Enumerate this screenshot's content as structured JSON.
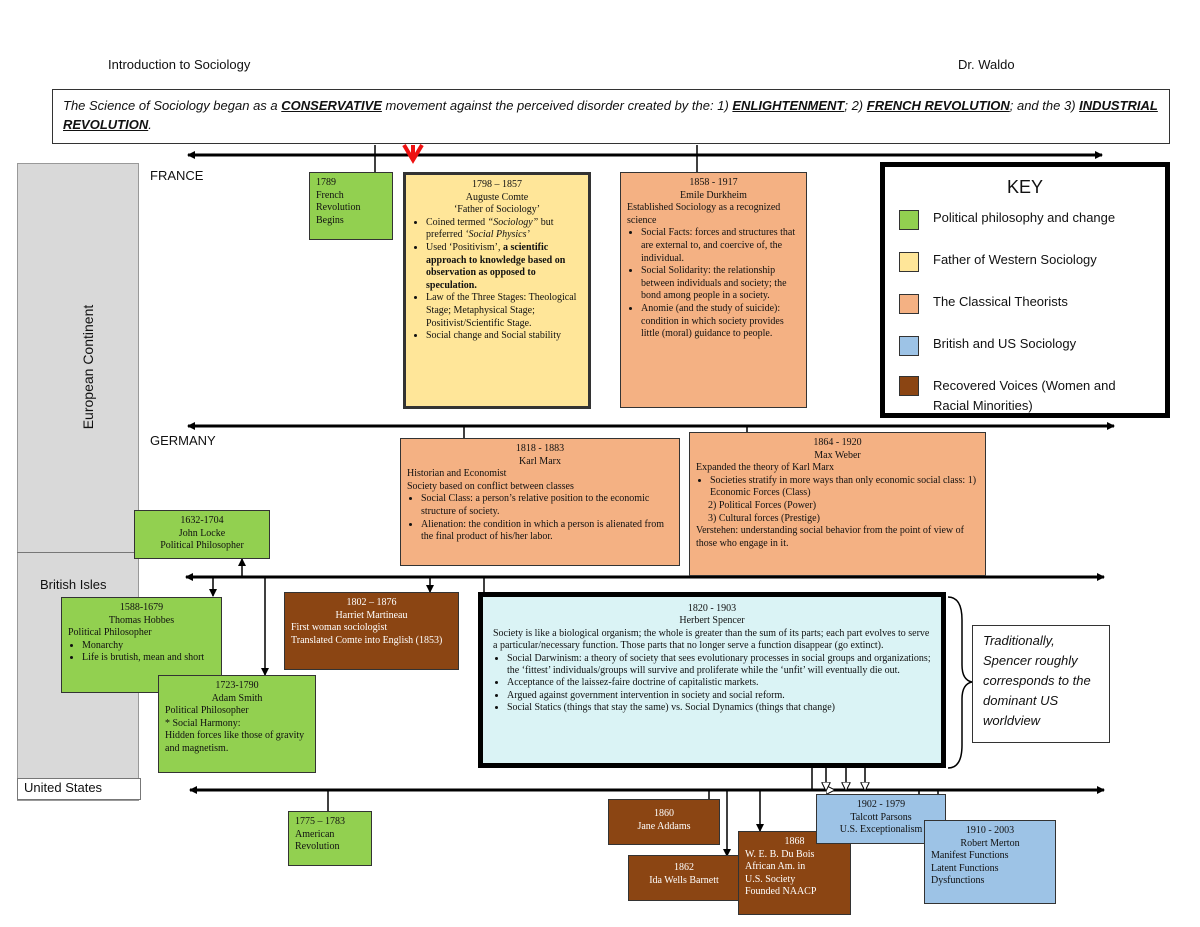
{
  "header": {
    "course": "Introduction to Sociology",
    "instructor": "Dr. Waldo"
  },
  "intro": {
    "pre": "The Science of Sociology began as a ",
    "conservative": "CONSERVATIVE",
    "mid1": " movement against the perceived disorder created by the:  1) ",
    "enlightenment": "ENLIGHTENMENT",
    "mid2": "; 2) ",
    "french_revolution": "FRENCH REVOLUTION",
    "mid3": "; and the 3) ",
    "industrial_revolution": "INDUSTRIAL REVOLUTION",
    "end": "."
  },
  "regions": {
    "france": "FRANCE",
    "germany": "GERMANY",
    "european_continent": "European Continent",
    "british_isles": "British Isles",
    "united_states": "United States"
  },
  "key": {
    "title": "KEY",
    "items": [
      {
        "label": "Political philosophy and change",
        "color": "#92d050"
      },
      {
        "label": "Father of Western Sociology",
        "color": "#ffe699"
      },
      {
        "label": "The Classical Theorists",
        "color": "#f4b183"
      },
      {
        "label": "British and US Sociology",
        "color": "#9dc3e6"
      },
      {
        "label": "Recovered Voices (Women and Racial Minorities)",
        "color": "#8b4513"
      }
    ]
  },
  "french_revolution": {
    "l1": "1789",
    "l2": "French",
    "l3": "Revolution",
    "l4": "Begins"
  },
  "comte": {
    "dates": "1798 – 1857",
    "name": "Auguste Comte",
    "title": "‘Father of Sociology’",
    "b1a": "Coined termed ",
    "b1b": "“Sociology”",
    "b1c": " but preferred ",
    "b1d": "‘Social Physics’",
    "b2a": "Used ‘Positivism’, ",
    "b2b": "a scientific approach to knowledge based on observation as opposed to speculation.",
    "b3": "Law of the Three Stages: Theological Stage; Metaphysical Stage; Positivist/Scientific Stage.",
    "b4": "Social change and Social stability"
  },
  "durkheim": {
    "dates": "1858 - 1917",
    "name": "Emile Durkheim",
    "desc": "Established Sociology as a recognized science",
    "b1": "Social Facts:  forces and structures that are external to, and coercive of, the individual.",
    "b2": "Social Solidarity:  the relationship between individuals and society; the bond among people in a society.",
    "b3": "Anomie (and the study of suicide):  condition in which society provides little (moral) guidance to people."
  },
  "marx": {
    "dates": "1818 - 1883",
    "name": "Karl Marx",
    "d1": "Historian and Economist",
    "d2": "Society based on conflict between classes",
    "b1": "Social Class:  a person’s relative position to the economic structure of society.",
    "b2": "Alienation:  the condition in which a person is alienated from the final product of his/her labor."
  },
  "weber": {
    "dates": "1864 - 1920",
    "name": "Max Weber",
    "d1": "Expanded the theory of Karl Marx",
    "b1": "Societies stratify in more ways than only economic social class:  1) Economic Forces (Class)",
    "s2": "2) Political Forces (Power)",
    "s3": "3) Cultural forces (Prestige)",
    "verstehen": "Verstehen:  understanding social behavior from the point of view of those who engage in it."
  },
  "locke": {
    "dates": "1632-1704",
    "name": "John Locke",
    "role": "Political Philosopher"
  },
  "hobbes": {
    "dates": "1588-1679",
    "name": "Thomas Hobbes",
    "role": "Political Philosopher",
    "b1": "Monarchy",
    "b2": "Life is brutish, mean and short"
  },
  "smith": {
    "dates": "1723-1790",
    "name": "Adam Smith",
    "role": "Political Philosopher",
    "b1": "* Social Harmony:",
    "b2": "Hidden forces like those of gravity and magnetism."
  },
  "martineau": {
    "dates": "1802 – 1876",
    "name": "Harriet Martineau",
    "d1": "First woman sociologist",
    "d2": "Translated Comte into English (1853)"
  },
  "spencer": {
    "dates": "1820 - 1903",
    "name": "Herbert Spencer",
    "desc": "Society is like a biological organism; the whole is greater than the sum of its parts; each part evolves to serve a particular/necessary function.  Those parts that no longer serve a function disappear (go extinct).",
    "b1": "Social Darwinism:  a theory of society that sees evolutionary processes in social groups and organizations; the ‘fittest’ individuals/groups will survive and proliferate while the ‘unfit’ will eventually die out.",
    "b2": "Acceptance of the laissez-faire doctrine of capitalistic markets.",
    "b3": "Argued against government intervention in society and social reform.",
    "b4": "Social Statics (things that stay the same) vs. Social Dynamics (things that change)"
  },
  "note": {
    "text": "Traditionally, Spencer roughly corresponds to the dominant US worldview"
  },
  "american_revolution": {
    "l1": "1775 – 1783",
    "l2": "American",
    "l3": "Revolution"
  },
  "addams": {
    "dates": "1860",
    "name": "Jane Addams"
  },
  "barnett": {
    "dates": "1862",
    "name": "Ida Wells Barnett"
  },
  "dubois": {
    "dates": "1868",
    "l1": "W. E. B. Du Bois",
    "l2": "African Am. in",
    "l3": "U.S. Society",
    "l4": "Founded NAACP"
  },
  "parsons": {
    "dates": "1902 - 1979",
    "name": "Talcott Parsons",
    "d1": "U.S. Exceptionalism"
  },
  "merton": {
    "dates": "1910 - 2003",
    "name": "Robert Merton",
    "d1": "Manifest Functions",
    "d2": "Latent Functions",
    "d3": "Dysfunctions"
  }
}
